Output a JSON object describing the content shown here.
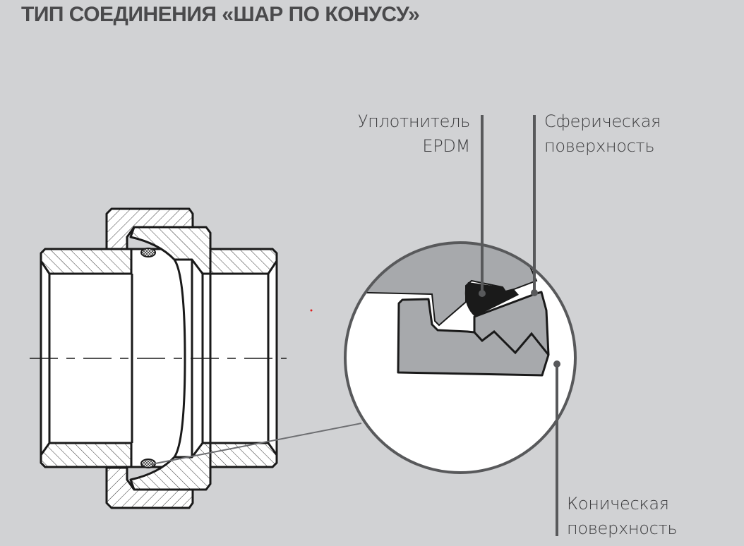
{
  "title": "ТИП СОЕДИНЕНИЯ «ШАР ПО КОНУСУ»",
  "labels": {
    "seal": {
      "line1": "Уплотнитель",
      "line2": "EPDM"
    },
    "sphere": {
      "line1": "Сферическая",
      "line2": "поверхность"
    },
    "cone": {
      "line1": "Коническая",
      "line2": "поверхность"
    }
  },
  "colors": {
    "background": "#d1d2d4",
    "part_gray": "#a7a9ac",
    "seal_black": "#1a1a1a",
    "leader": "#58595b"
  }
}
